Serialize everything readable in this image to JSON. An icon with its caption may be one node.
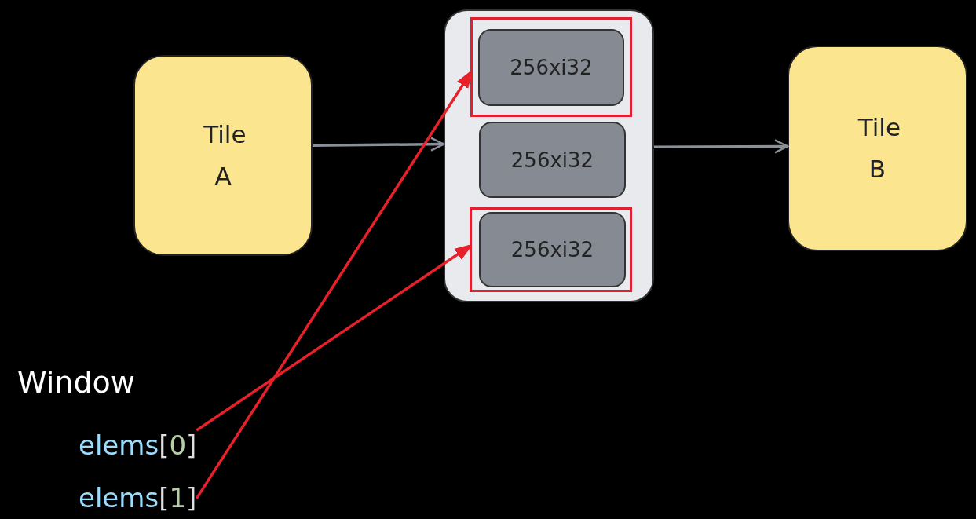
{
  "diagram": {
    "nodes": [
      {
        "text": [
          "Tile A"
        ]
      },
      {
        "text": [],
        "shape": "box"
      },
      {
        "text": [],
        "shape": "box",
        "in": 1
      },
      {
        "text": [
          "256xi32"
        ],
        "in": 2
      },
      {
        "text": [
          "256xi32"
        ],
        "in": 1
      },
      {
        "text": [],
        "shape": "box",
        "in": 1
      },
      {
        "text": [
          "256xi32"
        ],
        "in": 5
      },
      {
        "text": [
          "Tile B"
        ]
      },
      {
        "text": [
          "elems[0]"
        ]
      },
      {
        "text": [
          "elems[1]"
        ]
      }
    ],
    "edges": [
      {
        "from": 0,
        "to": 1,
        "arrow": "to"
      },
      {
        "from": 1,
        "to": 7,
        "arrow": "to"
      },
      {
        "from": 8,
        "to": 5,
        "arrow": "to",
        "color": "#e8202a"
      },
      {
        "from": 9,
        "to": 2,
        "arrow": "to",
        "color": "#e8202a"
      }
    ],
    "labels": [
      "Window"
    ]
  }
}
